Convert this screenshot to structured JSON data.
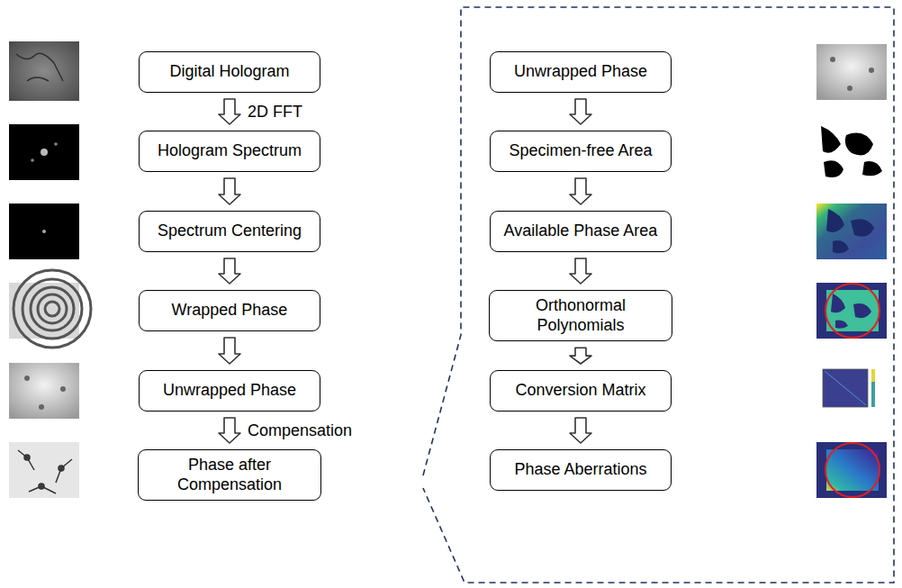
{
  "diagram": {
    "nodes": [
      {
        "text": [
          "Digital Hologram"
        ]
      },
      {
        "text": [
          "Hologram Spectrum"
        ]
      },
      {
        "text": [
          "Spectrum Centering"
        ]
      },
      {
        "text": [
          "Wrapped Phase"
        ]
      },
      {
        "text": [
          "Unwrapped Phase"
        ]
      },
      {
        "text": [
          "Phase after Compensation"
        ]
      },
      {
        "text": [
          "Unwrapped Phase"
        ]
      },
      {
        "text": [
          "Specimen-free Area"
        ]
      },
      {
        "text": [
          "Available Phase Area"
        ]
      },
      {
        "text": [
          "Orthonormal Polynomials"
        ]
      },
      {
        "text": [
          "Conversion Matrix"
        ]
      },
      {
        "text": [
          "Phase Aberrations"
        ]
      }
    ],
    "edges": [
      {
        "from": 0,
        "to": 1,
        "arrow": "to",
        "label": "2D FFT"
      },
      {
        "from": 1,
        "to": 2,
        "arrow": "to"
      },
      {
        "from": 2,
        "to": 3,
        "arrow": "to"
      },
      {
        "from": 3,
        "to": 4,
        "arrow": "to"
      },
      {
        "from": 4,
        "to": 5,
        "arrow": "to",
        "label": "Compensation"
      },
      {
        "from": 6,
        "to": 7,
        "arrow": "to"
      },
      {
        "from": 7,
        "to": 8,
        "arrow": "to"
      },
      {
        "from": 8,
        "to": 9,
        "arrow": "to"
      },
      {
        "from": 9,
        "to": 10,
        "arrow": "to"
      },
      {
        "from": 10,
        "to": 11,
        "arrow": "to"
      }
    ]
  }
}
